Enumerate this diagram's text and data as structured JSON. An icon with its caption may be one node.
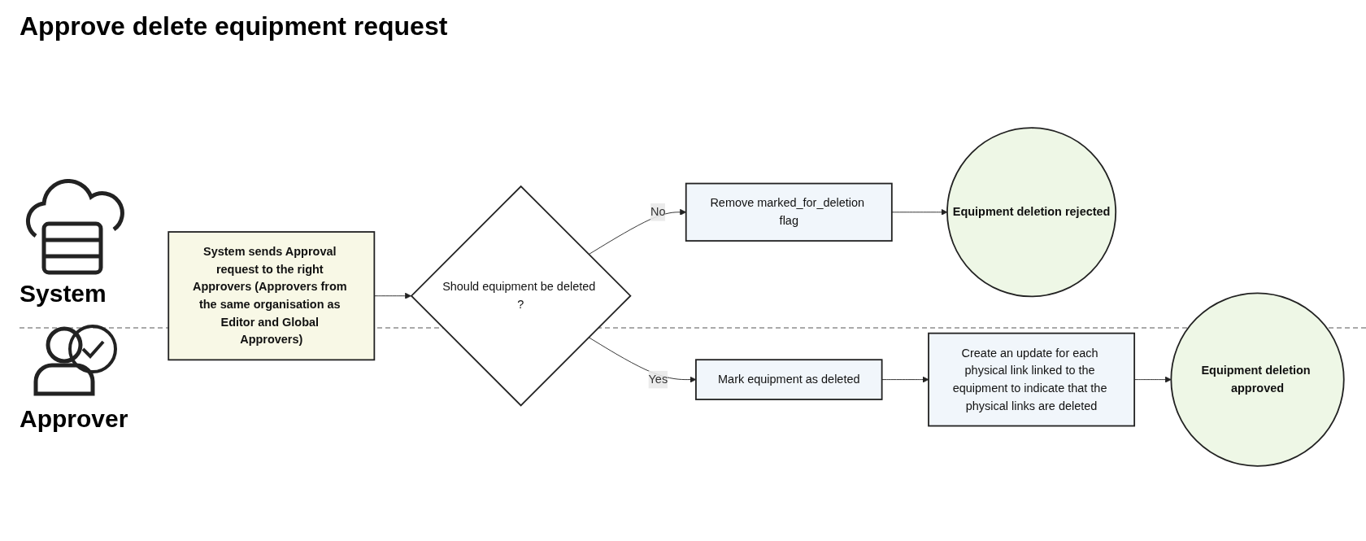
{
  "diagram": {
    "title": "Approve delete equipment request",
    "nodes": [
      {
        "text": [
          "System sends Approval request to the right Approvers (Approvers from the same organisation as Editor and Global Approvers)"
        ]
      },
      {
        "text": [
          "Should equipment be deleted ?"
        ]
      },
      {
        "text": [
          "Remove marked_for_deletion flag"
        ]
      },
      {
        "text": [
          "Equipment deletion rejected"
        ]
      },
      {
        "text": [
          "Mark equipment as deleted"
        ]
      },
      {
        "text": [
          "Create an update for each physical link linked to the equipment to indicate that the physical links are deleted"
        ]
      },
      {
        "text": [
          "Equipment deletion approved"
        ]
      }
    ],
    "edges": [
      {
        "from": 0,
        "to": 1,
        "arrow": "to"
      },
      {
        "from": 1,
        "to": 2,
        "arrow": "to",
        "label": "No"
      },
      {
        "from": 2,
        "to": 3,
        "arrow": "to"
      },
      {
        "from": 1,
        "to": 4,
        "arrow": "to",
        "label": "Yes"
      },
      {
        "from": 4,
        "to": 5,
        "arrow": "to"
      },
      {
        "from": 5,
        "to": 6,
        "arrow": "to"
      }
    ],
    "labels": [
      "System",
      "Approver"
    ]
  }
}
